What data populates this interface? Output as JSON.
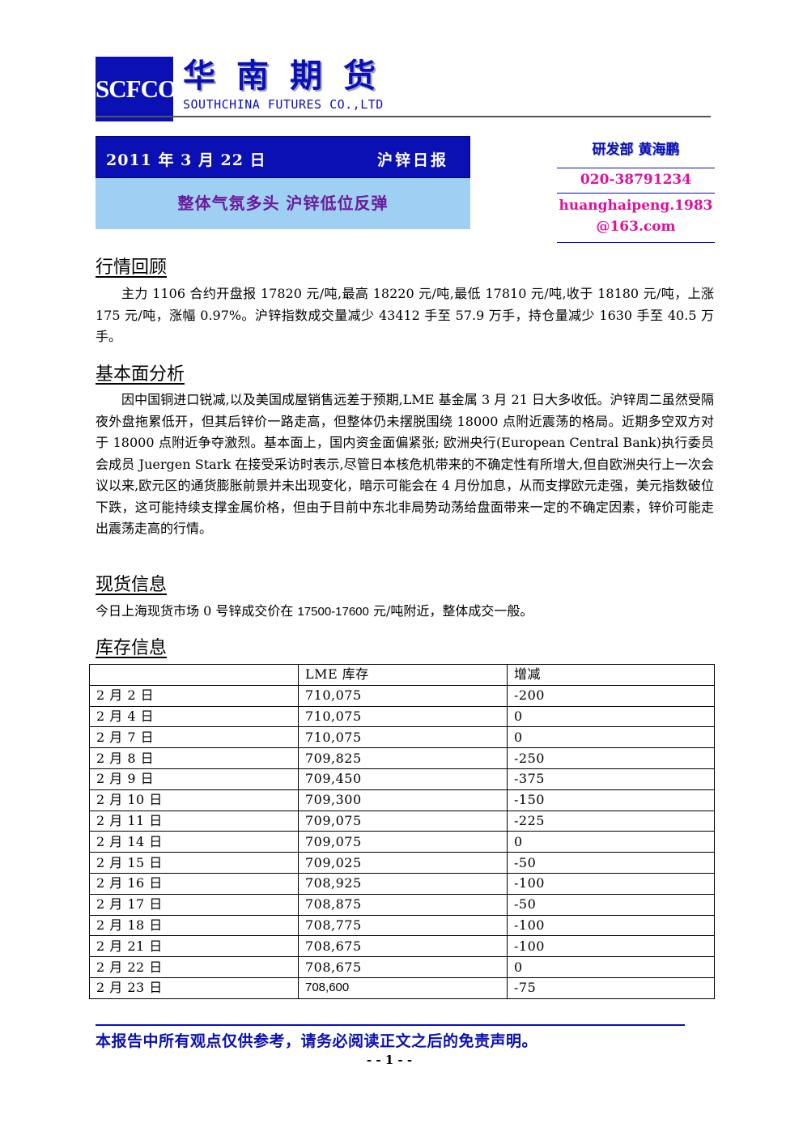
{
  "header": {
    "logo_text": "SCFCO",
    "company_cn": "华南期货",
    "company_en": "SOUTHCHINA FUTURES CO.,LTD"
  },
  "title": {
    "date": "2011 年 3 月 22 日",
    "report_type": "沪锌日报",
    "headline": "整体气氛多头 沪锌低位反弹"
  },
  "contact": {
    "dept_author": "研发部 黄海鹏",
    "phone": "020-38791234",
    "email_line1": "huanghaipeng.1983",
    "email_line2": "@163.com"
  },
  "sections": {
    "market_review": {
      "title": "行情回顾",
      "text": "主力 1106 合约开盘报 17820 元/吨,最高 18220 元/吨,最低 17810 元/吨,收于 18180 元/吨，上涨 175 元/吨，涨幅 0.97%。沪锌指数成交量减少 43412 手至 57.9 万手，持仓量减少 1630 手至 40.5 万手。"
    },
    "fundamentals": {
      "title": "基本面分析",
      "text": "因中国铜进口锐减,以及美国成屋销售远差于预期,LME 基金属 3 月 21 日大多收低。沪锌周二虽然受隔夜外盘拖累低开，但其后锌价一路走高，但整体仍未摆脱围绕 18000 点附近震荡的格局。近期多空双方对于 18000 点附近争夺激烈。基本面上，国内资金面偏紧张; 欧洲央行(European Central Bank)执行委员会成员 Juergen Stark 在接受采访时表示,尽管日本核危机带来的不确定性有所增大,但自欧洲央行上一次会议以来,欧元区的通货膨胀前景并未出现变化，暗示可能会在 4 月份加息，从而支撑欧元走强，美元指数破位下跌，这可能持续支撑金属价格，但由于目前中东北非局势动荡给盘面带来一定的不确定因素，锌价可能走出震荡走高的行情。"
    },
    "spot": {
      "title": "现货信息",
      "text_before": "今日上海现货市场 0 号锌成交价在 ",
      "price_range": "17500-17600",
      "text_after": " 元/吨附近，整体成交一般。"
    },
    "inventory": {
      "title": "库存信息",
      "headers": [
        "",
        "LME 库存",
        "增减"
      ],
      "rows": [
        [
          "2 月 2 日",
          "710,075",
          "-200"
        ],
        [
          "2 月 4 日",
          "710,075",
          "0"
        ],
        [
          "2 月 7 日",
          "710,075",
          "0"
        ],
        [
          "2 月 8 日",
          "709,825",
          "-250"
        ],
        [
          "2 月 9 日",
          "709,450",
          "-375"
        ],
        [
          "2 月 10 日",
          "709,300",
          "-150"
        ],
        [
          "2 月 11 日",
          "709,075",
          "-225"
        ],
        [
          "2 月 14 日",
          "709,075",
          "0"
        ],
        [
          "2 月 15 日",
          "709,025",
          "-50"
        ],
        [
          "2 月 16 日",
          "708,925",
          "-100"
        ],
        [
          "2 月 17 日",
          "708,875",
          "-50"
        ],
        [
          "2 月 18 日",
          "708,775",
          "-100"
        ],
        [
          "2 月 21 日",
          "708,675",
          "-100"
        ],
        [
          "2 月 22 日",
          "708,675",
          "0"
        ],
        [
          "2 月 23 日",
          "708,600",
          "-75"
        ]
      ]
    }
  },
  "footer": {
    "disclaimer": "本报告中所有观点仅供参考，请务必阅读正文之后的免责声明。",
    "page_number": "- - 1 - -"
  },
  "colors": {
    "brand_blue": "#0a10b4",
    "headline_bg": "#9fd0f3",
    "headline_text": "#6b1a9a",
    "contact_magenta": "#e0109a"
  }
}
